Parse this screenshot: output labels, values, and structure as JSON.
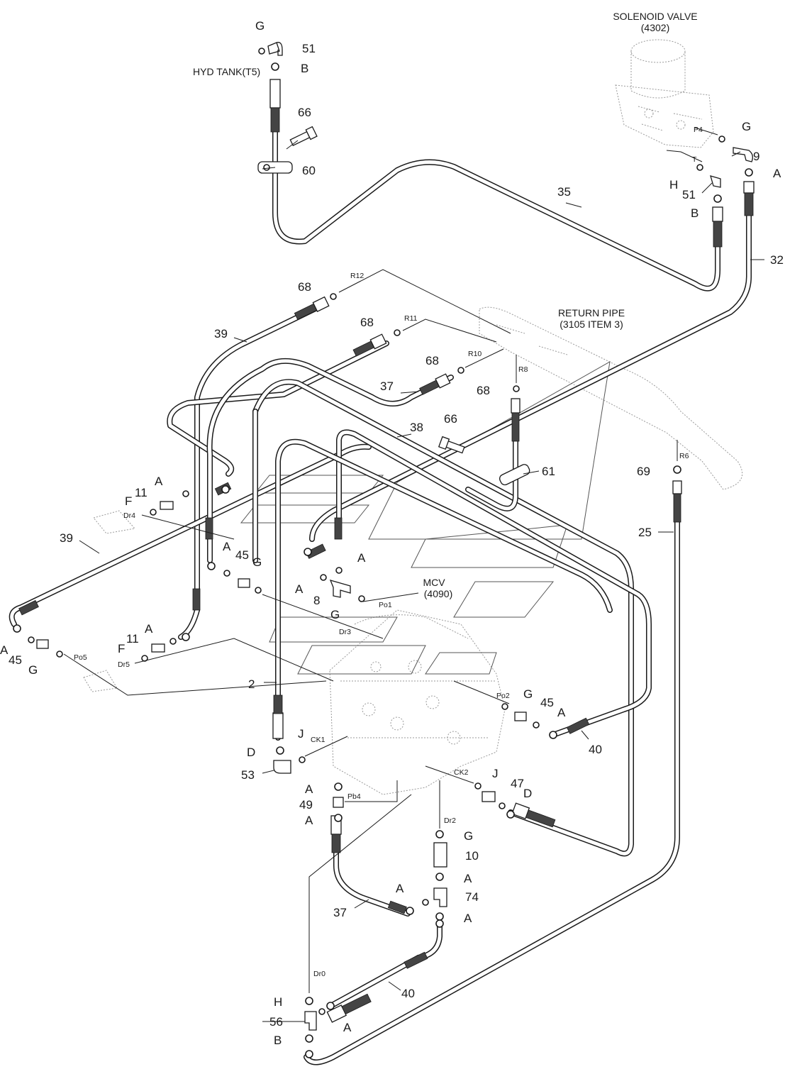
{
  "components": {
    "solenoid_valve": {
      "name": "SOLENOID VALVE",
      "ref": "(4302)"
    },
    "hyd_tank": {
      "name": "HYD TANK(T5)"
    },
    "return_pipe": {
      "name": "RETURN PIPE",
      "ref": "(3105 ITEM 3)"
    },
    "mcv": {
      "name": "MCV",
      "ref": "(4090)"
    }
  },
  "ports": [
    "P4",
    "T",
    "R12",
    "R11",
    "R10",
    "R8",
    "R6",
    "Dr4",
    "Dr5",
    "Po5",
    "Po1",
    "Dr3",
    "Po2",
    "CK1",
    "CK2",
    "Pb4",
    "Dr2",
    "Dr0"
  ],
  "part_numbers": [
    "51",
    "66",
    "60",
    "35",
    "9",
    "51",
    "32",
    "68",
    "68",
    "68",
    "68",
    "39",
    "37",
    "38",
    "66",
    "61",
    "69",
    "25",
    "11",
    "45",
    "8",
    "39",
    "45",
    "11",
    "2",
    "45",
    "40",
    "53",
    "49",
    "47",
    "10",
    "74",
    "37",
    "40",
    "56"
  ],
  "letters": [
    "G",
    "B",
    "G",
    "A",
    "H",
    "B",
    "A",
    "F",
    "A",
    "G",
    "A",
    "A",
    "G",
    "A",
    "F",
    "A",
    "G",
    "A",
    "G",
    "J",
    "D",
    "A",
    "A",
    "J",
    "D",
    "G",
    "A",
    "A",
    "A",
    "H",
    "A",
    "B"
  ]
}
